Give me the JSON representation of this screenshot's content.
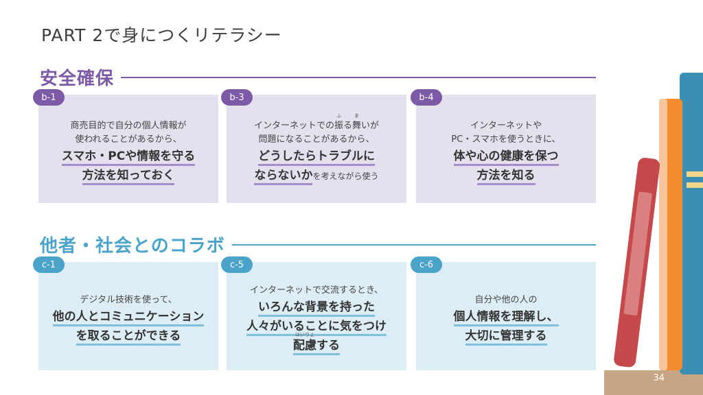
{
  "title": "PART 2で身につくリテラシー",
  "section1": {
    "label": "安全確保"
  },
  "section2": {
    "label": "他者・社会とのコラボ"
  },
  "cards": {
    "b1": {
      "code": "b-1",
      "line1": "商売目的で自分の個人情報が",
      "line2": "使われることがあるから、",
      "bold1": "スマホ・PCや情報を守る",
      "bold2": "方法を知っておく"
    },
    "b3": {
      "code": "b-3",
      "line1a": "インターネットでの",
      "ruby1_base": "振",
      "ruby1_text": "ふ",
      "line1b": "る",
      "ruby2_base": "舞",
      "ruby2_text": "ま",
      "line1c": "いが",
      "line2": "問題になることがあるから、",
      "bold1": "どうしたらトラブルに",
      "bold2": "ならないか",
      "tail": "を考えながら使う"
    },
    "b4": {
      "code": "b-4",
      "line1": "インターネットや",
      "line2": "PC・スマホを使うときに、",
      "bold1": "体や心の健康を保つ",
      "bold2": "方法を知る"
    },
    "c1": {
      "code": "c-1",
      "line1": "デジタル技術を使って、",
      "bold1": "他の人とコミュニケーション",
      "bold2": "を取ることができる"
    },
    "c5": {
      "code": "c-5",
      "line1": "インターネットで交流するとき、",
      "bold1": "いろんな背景を持った",
      "bold2": "人々がいることに気をつけ",
      "ruby_base": "配慮",
      "ruby_text": "はいりょ",
      "bold3_tail": "する"
    },
    "c6": {
      "code": "c-6",
      "line1": "自分や他の人の",
      "bold1": "個人情報を理解し、",
      "bold2": "大切に管理する"
    }
  },
  "page_number": "34",
  "colors": {
    "purple": "#7c5aa6",
    "blue": "#4aa3c8",
    "card_purple": "#e4e0ee",
    "card_blue": "#ddedf5",
    "shelf": "#c6a585"
  }
}
